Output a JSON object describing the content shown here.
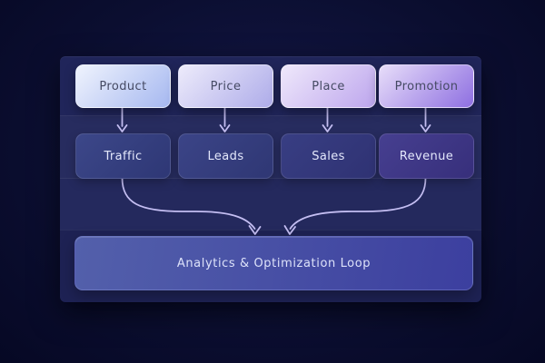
{
  "diagram": {
    "top_boxes": [
      {
        "label": "Product"
      },
      {
        "label": "Price"
      },
      {
        "label": "Place"
      },
      {
        "label": "Promotion"
      }
    ],
    "mid_boxes": [
      {
        "label": "Traffic"
      },
      {
        "label": "Leads"
      },
      {
        "label": "Sales"
      },
      {
        "label": "Revenue"
      }
    ],
    "bottom_box": {
      "label": "Analytics & Optimization Loop"
    },
    "connections": [
      {
        "from": "Product",
        "to": "Traffic"
      },
      {
        "from": "Price",
        "to": "Leads"
      },
      {
        "from": "Place",
        "to": "Sales"
      },
      {
        "from": "Promotion",
        "to": "Revenue"
      },
      {
        "from": "Traffic",
        "to": "Analytics & Optimization Loop"
      },
      {
        "from": "Revenue",
        "to": "Analytics & Optimization Loop"
      }
    ],
    "colors": {
      "page_bg": "#0b0e30",
      "panel_bg": "#20255a",
      "arrow": "#c4bef2",
      "top_box_text": "#454a63",
      "mid_box_text": "#e4e8fc",
      "bottom_box_text": "#dde2fa",
      "top_gradients": [
        [
          "#eff3fd",
          "#a6b8f0"
        ],
        [
          "#edebfb",
          "#aeace9"
        ],
        [
          "#efe8fb",
          "#bda6ed"
        ],
        [
          "#e7ddf9",
          "#8e6fe1"
        ]
      ],
      "mid_gradients": [
        [
          "#3c4789",
          "#2e3775"
        ],
        [
          "#3b4487",
          "#2f3774"
        ],
        [
          "#383e83",
          "#2f3273"
        ],
        [
          "#463f90",
          "#372f7b"
        ]
      ],
      "bottom_gradient": [
        "#5360ab",
        "#3c3f9f",
        "100deg"
      ]
    }
  }
}
